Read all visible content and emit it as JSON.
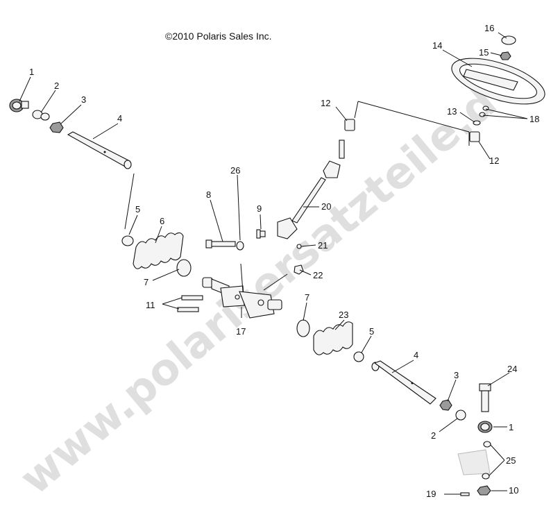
{
  "copyright": "©2010 Polaris Sales Inc.",
  "watermark": "www.polarisersatzteile.de",
  "callouts": [
    "1",
    "2",
    "3",
    "4",
    "5",
    "6",
    "7",
    "8",
    "9",
    "10",
    "11",
    "12",
    "13",
    "14",
    "15",
    "16",
    "17",
    "18",
    "19",
    "20",
    "21",
    "22",
    "23",
    "24",
    "25",
    "26"
  ],
  "labels": {
    "c1a": "1",
    "c2a": "2",
    "c3a": "3",
    "c4a": "4",
    "c5a": "5",
    "c6": "6",
    "c7a": "7",
    "c8": "8",
    "c9": "9",
    "c26": "26",
    "c11": "11",
    "c17": "17",
    "c12a": "12",
    "c12b": "12",
    "c13": "13",
    "c18": "18",
    "c14": "14",
    "c15": "15",
    "c16": "16",
    "c20": "20",
    "c21": "21",
    "c22": "22",
    "c7b": "7",
    "c23": "23",
    "c5b": "5",
    "c4b": "4",
    "c3b": "3",
    "c24": "24",
    "c2b": "2",
    "c1b": "1",
    "c25": "25",
    "c19": "19",
    "c10": "10"
  }
}
